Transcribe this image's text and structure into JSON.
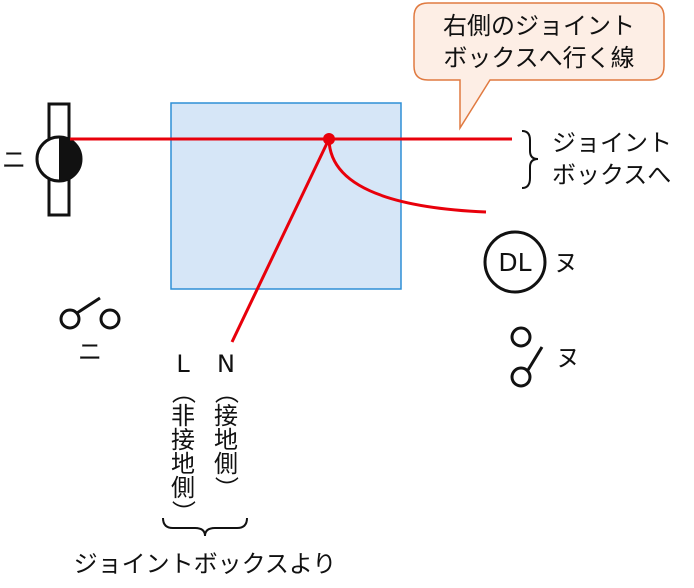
{
  "colors": {
    "wire": "#e8000b",
    "box_fill": "#d6e6f7",
    "box_stroke": "#2e8fd6",
    "callout_fill": "#fdeee5",
    "callout_stroke": "#e07a40",
    "ink": "#111111"
  },
  "callout": {
    "line1": "右側のジョイント",
    "line2": "ボックスへ行く線"
  },
  "right_exit": {
    "line1": "ジョイント",
    "line2": "ボックスへ"
  },
  "lamp": {
    "label": "ニ"
  },
  "downlight": {
    "symbol": "DL",
    "label": "ヌ"
  },
  "switch_left": {
    "label": "ニ"
  },
  "switch_right": {
    "label": "ヌ"
  },
  "incoming": {
    "l_letter": "L",
    "l_desc": [
      "（",
      "非",
      "接",
      "地",
      "側",
      "）"
    ],
    "n_letter": "N",
    "n_desc": [
      "（",
      "接",
      "地",
      "側",
      "）"
    ],
    "source": "ジョイントボックスより"
  }
}
